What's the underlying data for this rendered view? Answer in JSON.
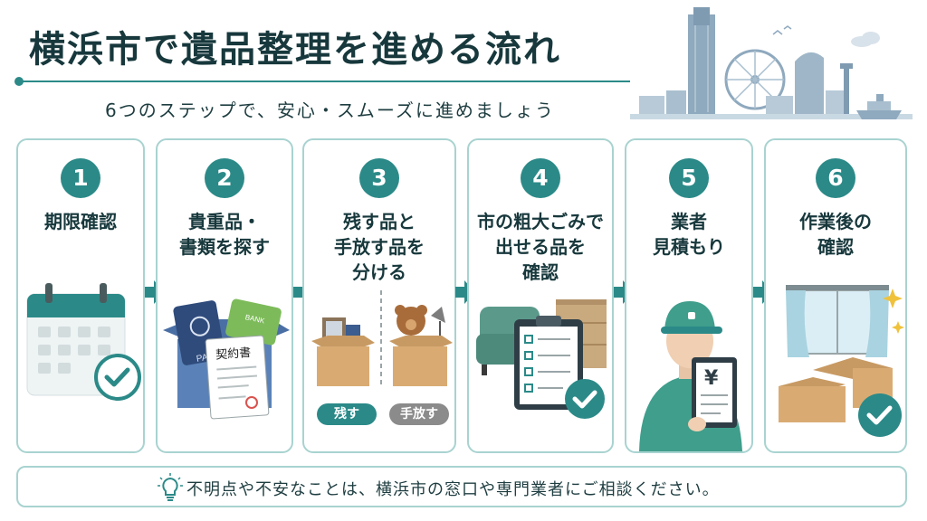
{
  "title": "横浜市で遺品整理を進める流れ",
  "subtitle": "6つのステップで、安心・スムーズに進めましょう",
  "steps": [
    {
      "num": "1",
      "label": "期限確認",
      "icon": "calendar-check-icon"
    },
    {
      "num": "2",
      "label": "貴重品・\n書類を探す",
      "icon": "valuables-box-icon",
      "doc_label": "契約書",
      "passport_label": "PASS",
      "bank_label": "BANK"
    },
    {
      "num": "3",
      "label": "残す品と\n手放す品を\n分ける",
      "icon": "sorting-boxes-icon",
      "keep_label": "残す",
      "release_label": "手放す"
    },
    {
      "num": "4",
      "label": "市の粗大ごみで\n出せる品を\n確認",
      "icon": "furniture-checklist-icon"
    },
    {
      "num": "5",
      "label": "業者\n見積もり",
      "icon": "worker-estimate-icon",
      "currency": "¥"
    },
    {
      "num": "6",
      "label": "作業後の\n確認",
      "icon": "clean-room-check-icon"
    }
  ],
  "footer_note": "不明点や不安なことは、横浜市の窓口や専門業者にご相談ください。",
  "colors": {
    "accent": "#2b8a88",
    "border": "#a8d3d0",
    "keep": "#2b8a88",
    "release": "#8b8b8b"
  }
}
